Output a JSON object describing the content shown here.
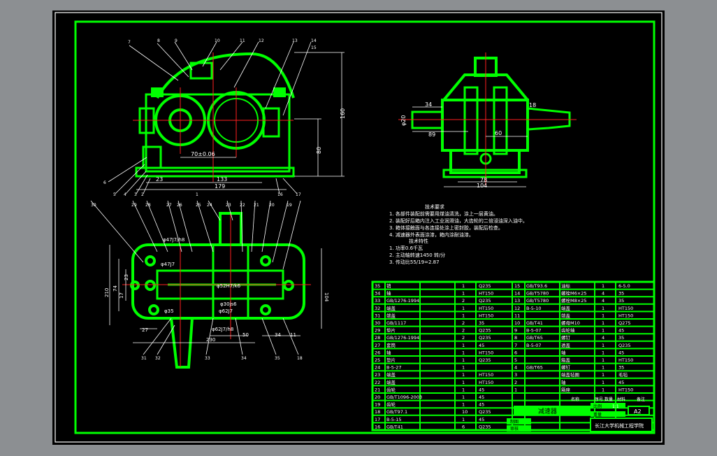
{
  "drawing_title": "减速器",
  "sheet_size": "A2",
  "institution": "长江大学机械工程学院",
  "title_block": {
    "scale_label": "比例",
    "scale_value": "1:1",
    "weight_label": "重量",
    "drawer_label": "制图",
    "checker_label": "审核",
    "seq_label": "序号",
    "name_label": "名称",
    "qty_label": "数量",
    "material_label": "材料",
    "remark_label": "备注"
  },
  "dims_front": {
    "height_total": "160",
    "height_base": "80",
    "center_distance": "70±0.06",
    "width_inner": "133",
    "width_total": "179",
    "base_small": "23"
  },
  "dims_side": {
    "shaft_len_left": "34",
    "shaft_dia_left": "φ20",
    "dist_left": "89",
    "dist_right": "60",
    "shaft_len_right": "18",
    "base_inner": "78",
    "base_total": "104"
  },
  "dims_top": {
    "fit1": "φ47J7/h8",
    "fit2": "φ47J7",
    "fit3": "φ35",
    "fit4": "φ62J7/h8",
    "fit5": "φ30js6",
    "fit6": "φ62J7",
    "fit7": "φ52H7/k6",
    "height": "104",
    "width": "230",
    "left_gap": "27",
    "dim_50": "50",
    "dim_34": "34",
    "dim_11": "11",
    "dim_74": "74",
    "dim_17": "17",
    "dim_23": "23",
    "dim_210": "210"
  },
  "callouts": {
    "front": [
      "7",
      "8",
      "9",
      "10",
      "11",
      "12",
      "13",
      "14",
      "15",
      "6",
      "5",
      "4",
      "3",
      "2",
      "1",
      "16",
      "17"
    ],
    "top": [
      "30",
      "29",
      "28",
      "27",
      "26",
      "25",
      "24",
      "23",
      "22",
      "21",
      "20",
      "19",
      "31",
      "32",
      "33",
      "34",
      "35",
      "18"
    ]
  },
  "tech_req_title": "技术要求",
  "tech_requirements": [
    "1. 各部件装配前需要用煤油清洗，涂上一层黄油。",
    "2. 装配好后箱内注入工业润滑油，大齿轮的二倍浸油深入油中。",
    "3. 箱体接触面与各连接处涂上密封胶，装配后检查。",
    "4. 减速器外表面涂漆，箱内涂耐油漆。"
  ],
  "tech_char_title": "技术特性",
  "tech_characteristics": [
    "1. 功率0.6千瓦",
    "2. 主动轴转速1450 转/分",
    "3. 传动比55/19=2.87"
  ],
  "bom_left": [
    [
      "35",
      "销",
      "1",
      "Q235"
    ],
    [
      "34",
      "轴",
      "1",
      "HT150"
    ],
    [
      "33",
      "GB/1276-1994",
      "2",
      "Q235"
    ],
    [
      "32",
      "端盖",
      "1",
      "HT150"
    ],
    [
      "31",
      "端盖",
      "1",
      "HT150"
    ],
    [
      "30",
      "GB/1117",
      "2",
      "35"
    ],
    [
      "29",
      "垫片",
      "2",
      "Q235"
    ],
    [
      "28",
      "GB/1276-1994",
      "2",
      "Q235"
    ],
    [
      "27",
      "套筒",
      "1",
      "45"
    ],
    [
      "26",
      "轴",
      "1",
      "HT150"
    ],
    [
      "25",
      "垫片",
      "1",
      "Q235"
    ],
    [
      "24",
      "B-5-27",
      "1",
      ""
    ],
    [
      "23",
      "端盖",
      "1",
      "HT150"
    ],
    [
      "22",
      "端盖",
      "1",
      "HT150"
    ],
    [
      "21",
      "齿轮",
      "1",
      "45"
    ],
    [
      "20",
      "GB/T1096-2003",
      "1",
      "45"
    ],
    [
      "19",
      "齿轮",
      "1",
      "45"
    ],
    [
      "18",
      "GB/T97.1",
      "10",
      "Q235"
    ],
    [
      "17",
      "B-5-15",
      "1",
      "45"
    ],
    [
      "16",
      "GB/T41",
      "6",
      "Q235"
    ]
  ],
  "bom_right": [
    [
      "15",
      "GB/T93.6",
      "油标",
      "1",
      "6-5.0"
    ],
    [
      "14",
      "GB/T5780",
      "螺栓M6×25",
      "4",
      "35"
    ],
    [
      "13",
      "GB/T5780",
      "螺栓M8×25",
      "4",
      "35"
    ],
    [
      "12",
      "B-5-10",
      "端盖",
      "1",
      "HT150"
    ],
    [
      "11",
      "",
      "端盖",
      "1",
      "HT150"
    ],
    [
      "10",
      "GB/T41",
      "螺母M10",
      "1",
      "Q275"
    ],
    [
      "9",
      "B-5-07",
      "齿轮轴",
      "1",
      "45"
    ],
    [
      "8",
      "GB/T65",
      "螺钉",
      "4",
      "35"
    ],
    [
      "7",
      "B-5-07",
      "透盖",
      "1",
      "Q235"
    ],
    [
      "6",
      "",
      "轴",
      "1",
      "45"
    ],
    [
      "5",
      "",
      "箱盖",
      "1",
      "HT150"
    ],
    [
      "4",
      "GB/T65",
      "螺钉",
      "1",
      "35"
    ],
    [
      "3",
      "",
      "端盖毡圈",
      "1",
      "毛毡"
    ],
    [
      "2",
      "",
      "轴",
      "1",
      "45"
    ],
    [
      "1",
      "",
      "箱座",
      "1",
      "HT150"
    ]
  ]
}
